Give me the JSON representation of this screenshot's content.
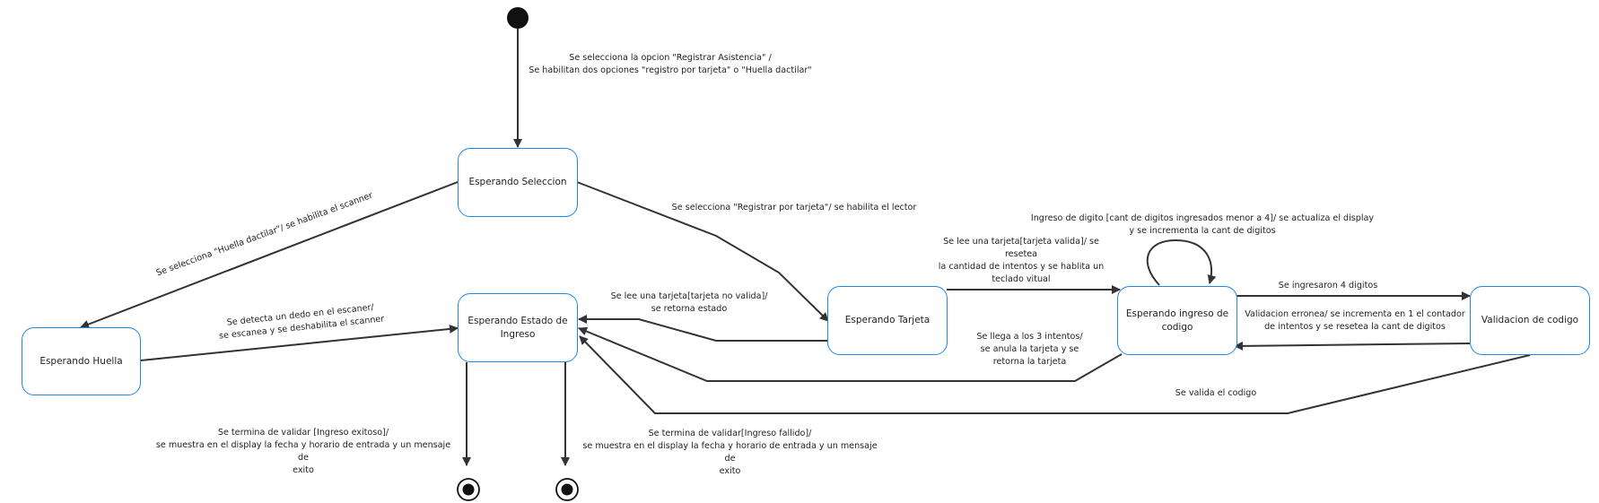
{
  "states": {
    "esperando_seleccion": "Esperando Seleccion",
    "esperando_huella": "Esperando Huella",
    "esperando_estado": "Esperando Estado de Ingreso",
    "esperando_tarjeta": "Esperando Tarjeta",
    "esperando_codigo": "Esperando ingreso de codigo",
    "validacion_codigo": "Validacion de codigo"
  },
  "transitions": {
    "inicio": "Se selecciona la opcion \"Registrar Asistencia\" /\nSe habilitan dos opciones \"registro por tarjeta\" o \"Huella dactilar\"",
    "huella": "Se selecciona \"Huella dactilar\"/ se habilita el scanner",
    "registrar_tarjeta": "Se selecciona \"Registrar por tarjeta\"/ se habilita el lector",
    "dedo": "Se detecta un dedo en el escaner/\nse escanea y se deshabilita el scanner",
    "tarjeta_no_valida": "Se lee una tarjeta[tarjeta no valida]/\nse retorna estado",
    "tarjeta_valida": "Se lee una tarjeta[tarjeta valida]/ se\nresetea\nla cantidad de intentos y se hablita un\nteclado vitual",
    "ingreso_digito": "Ingreso de digito [cant de digitos ingresados menor a 4]/ se actualiza el display\ny se incrementa la cant de digitos",
    "cuatro_digitos": "Se ingresaron 4 digitos",
    "validacion_erronea": "Validacion erronea/ se incrementa en 1 el contador\nde intentos y se resetea la cant de digitos",
    "tres_intentos": "Se llega a los 3 intentos/\nse anula la tarjeta y se\nretorna la tarjeta",
    "valida_codigo": "Se valida el codigo",
    "ingreso_exitoso": "Se termina de validar [Ingreso exitoso]/\nse muestra en el display la fecha y horario de entrada y un mensaje de\nexito",
    "ingreso_fallido": "Se termina de validar[Ingreso fallido]/\nse muestra en el display la fecha y horario de entrada y un mensaje de\nexito"
  }
}
